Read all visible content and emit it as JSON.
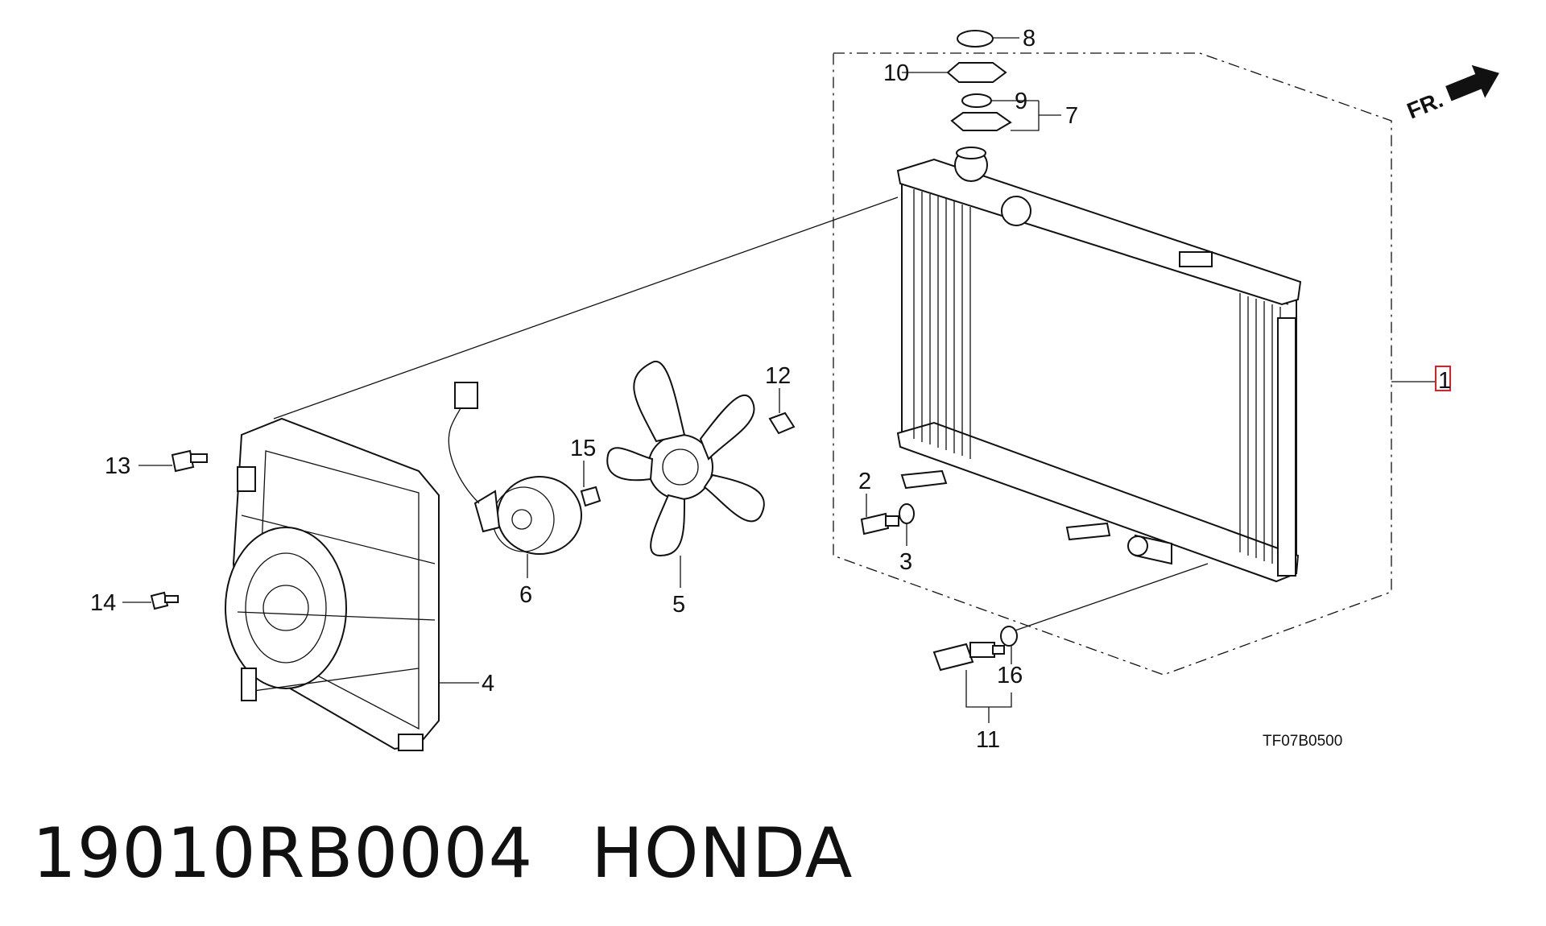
{
  "diagram": {
    "callouts": {
      "c1": "1",
      "c2": "2",
      "c3": "3",
      "c4": "4",
      "c5": "5",
      "c6": "6",
      "c7": "7",
      "c8": "8",
      "c9": "9",
      "c10": "10",
      "c11": "11",
      "c12": "12",
      "c13": "13",
      "c14": "14",
      "c15": "15",
      "c16": "16"
    },
    "direction_label": "FR.",
    "drawing_code": "TF07B0500",
    "highlight_color": "#e02020"
  },
  "caption": {
    "part_number": "19010RB0004",
    "brand": "HONDA"
  }
}
